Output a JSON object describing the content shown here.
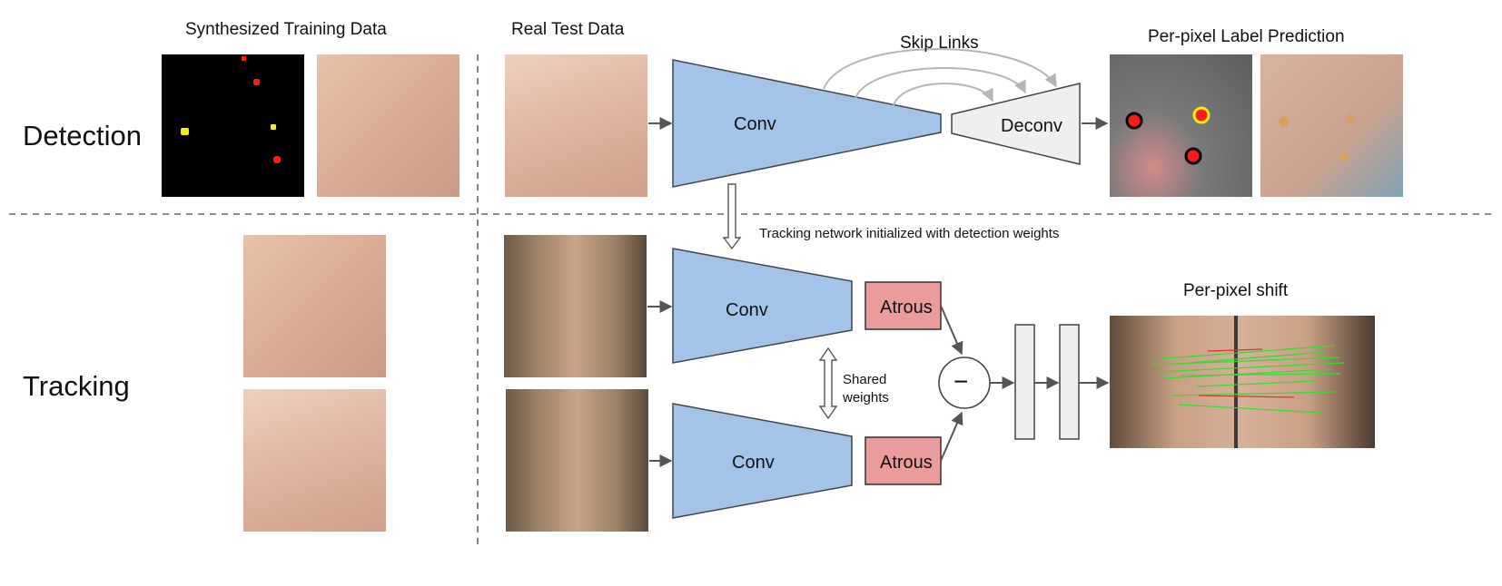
{
  "headers": {
    "synth": "Synthesized Training Data",
    "real": "Real Test Data",
    "skip": "Skip Links",
    "pred": "Per-pixel Label Prediction",
    "shift": "Per-pixel shift"
  },
  "rows": {
    "detection": "Detection",
    "tracking": "Tracking"
  },
  "blocks": {
    "conv": "Conv",
    "deconv": "Deconv",
    "atrous": "Atrous",
    "minus": "−"
  },
  "notes": {
    "init": "Tracking network initialized with detection weights",
    "shared_line1": "Shared",
    "shared_line2": "weights"
  },
  "colors": {
    "conv_fill": "#a3c4e8",
    "deconv_fill": "#efefef",
    "atrous_fill": "#ea9b9b",
    "arrow": "#555555",
    "skip_arrow": "#b5b5b5",
    "dashed": "#666666",
    "mole_red": "#ff1a1a",
    "mole_yellow": "#f2f200",
    "match_line": "#33dd33"
  }
}
